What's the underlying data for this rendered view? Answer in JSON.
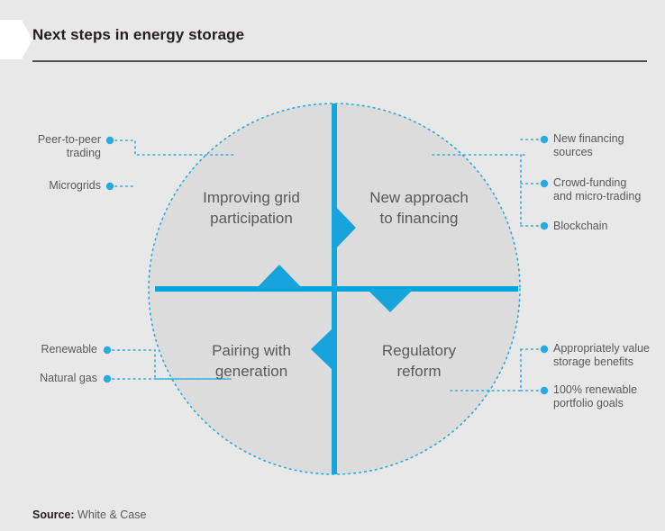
{
  "header": {
    "title": "Next steps in energy storage"
  },
  "colors": {
    "background": "#e8e8e8",
    "circle_fill": "#dcdcdc",
    "accent_blue": "#17a3dc",
    "dotted_blue": "#29abe2",
    "title_text": "#231f20",
    "body_text": "#58595b",
    "rule": "#4f4f4f"
  },
  "chart_data": {
    "type": "diagram",
    "title": "Next steps in energy storage",
    "layout": "quadrant-circle",
    "quadrants": [
      {
        "position": "top-left",
        "label": "Improving grid\nparticipation",
        "callouts": [
          "Peer-to-peer\ntrading",
          "Microgrids"
        ]
      },
      {
        "position": "top-right",
        "label": "New approach\nto financing",
        "callouts": [
          "New financing\nsources",
          "Crowd-funding\nand micro-trading",
          "Blockchain"
        ]
      },
      {
        "position": "bottom-left",
        "label": "Pairing with\ngeneration",
        "callouts": [
          "Renewable",
          "Natural gas"
        ]
      },
      {
        "position": "bottom-right",
        "label": "Regulatory\nreform",
        "callouts": [
          "Appropriately value\nstorage benefits",
          "100% renewable\nportfolio goals"
        ]
      }
    ],
    "arrows": [
      {
        "direction": "right",
        "note": "top-left to top-right"
      },
      {
        "direction": "up",
        "note": "bottom-left to top-left"
      },
      {
        "direction": "down",
        "note": "top-right to bottom-right"
      },
      {
        "direction": "left",
        "note": "bottom-right to bottom-left"
      }
    ]
  },
  "quadrants": {
    "top_left": "Improving grid\nparticipation",
    "top_right": "New approach\nto financing",
    "bottom_left": "Pairing with\ngeneration",
    "bottom_right": "Regulatory\nreform"
  },
  "callouts": {
    "peer_to_peer": "Peer-to-peer\ntrading",
    "microgrids": "Microgrids",
    "renewable": "Renewable",
    "natural_gas": "Natural gas",
    "new_financing": "New financing\nsources",
    "crowd_funding": "Crowd-funding\nand micro-trading",
    "blockchain": "Blockchain",
    "appropriately_value": "Appropriately value\nstorage benefits",
    "hundred_renewable": "100% renewable\nportfolio goals"
  },
  "footer": {
    "source_label": "Source:",
    "source_value": " White & Case"
  }
}
